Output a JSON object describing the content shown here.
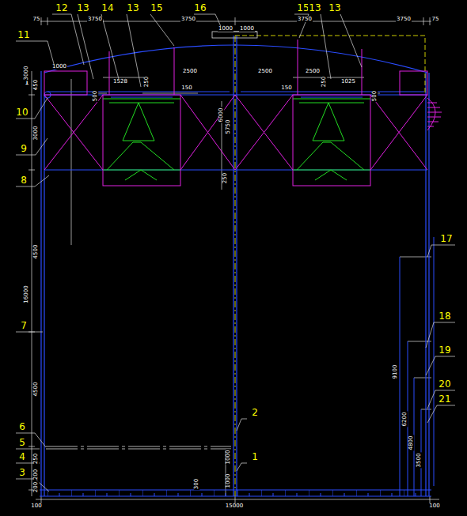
{
  "diagram": {
    "labels": [
      "12",
      "13",
      "14",
      "13",
      "15",
      "16",
      "15",
      "13",
      "13",
      "11",
      "I",
      "10",
      "9",
      "8",
      "7",
      "6",
      "5",
      "4",
      "3",
      "2",
      "1",
      "17",
      "18",
      "19",
      "20",
      "21",
      "75",
      "3750",
      "3750",
      "1000",
      "1000",
      "3750",
      "3750",
      "75",
      "1000",
      "3000",
      "450",
      "1528",
      "250",
      "500",
      "150",
      "2500",
      "2500",
      "2500",
      "150",
      "250",
      "1025",
      "500",
      "6000",
      "5750",
      "250",
      "3000",
      "4500",
      "16000",
      "4500",
      "1000",
      "1000",
      "300",
      "250",
      "200",
      "200",
      "100",
      "15000",
      "100",
      "9100",
      "6200",
      "4800",
      "3500"
    ]
  }
}
